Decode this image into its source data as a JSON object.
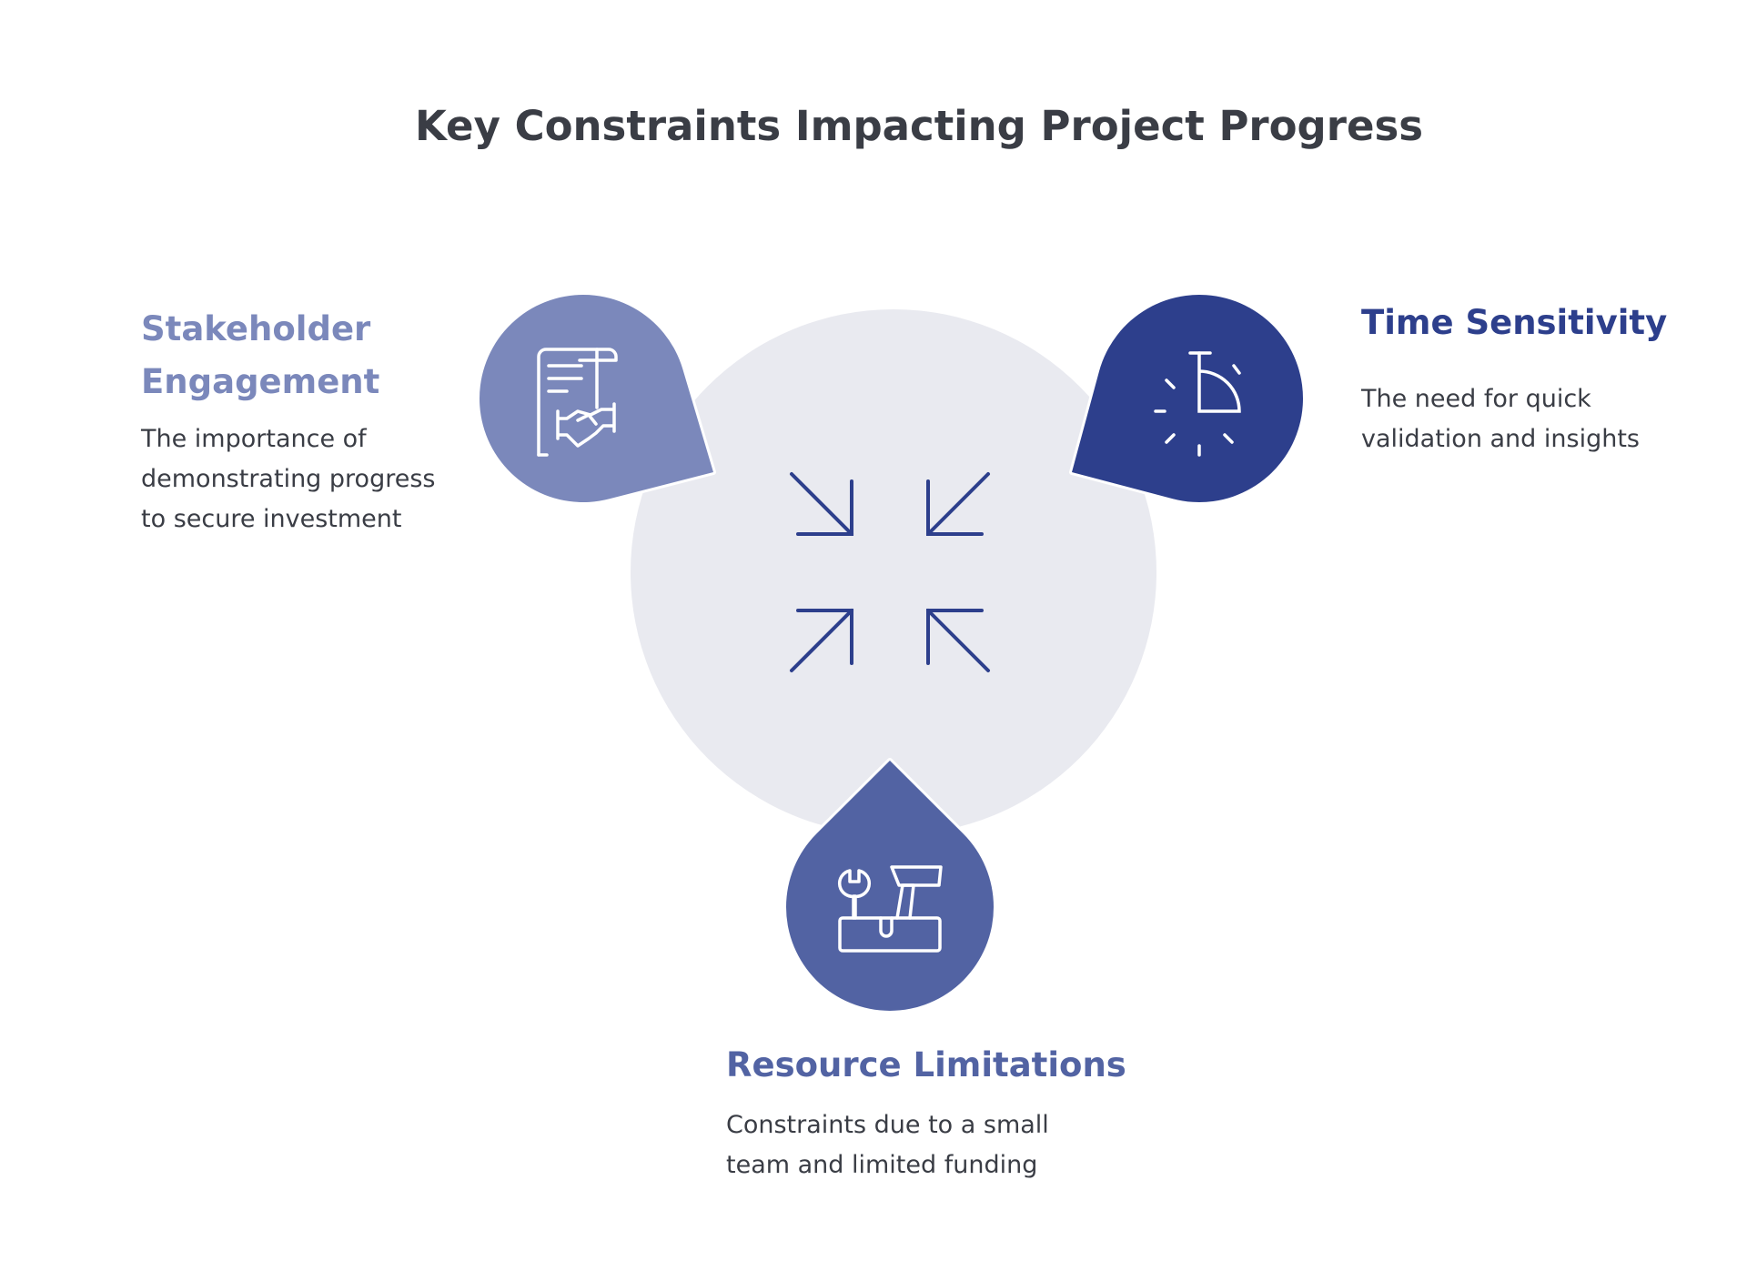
{
  "title": "Key Constraints Impacting Project Progress",
  "colors": {
    "stakeholder": "#7b88bb",
    "time": "#2d3f8c",
    "resource": "#5263a3",
    "center": "#e9eaf0",
    "arrows": "#2d3f8c"
  },
  "center_icon": "arrows-converging-icon",
  "items": [
    {
      "id": "stakeholder",
      "title_lines": [
        "Stakeholder",
        "Engagement"
      ],
      "desc_lines": [
        "The importance of",
        "demonstrating progress",
        "to secure investment"
      ],
      "icon": "contract-handshake-icon"
    },
    {
      "id": "time",
      "title_lines": [
        "Time Sensitivity"
      ],
      "desc_lines": [
        "The need for quick",
        "validation and insights"
      ],
      "icon": "stopwatch-icon"
    },
    {
      "id": "resource",
      "title_lines": [
        "Resource Limitations"
      ],
      "desc_lines": [
        "Constraints due to a small",
        "team and limited funding"
      ],
      "icon": "toolbox-icon"
    }
  ]
}
